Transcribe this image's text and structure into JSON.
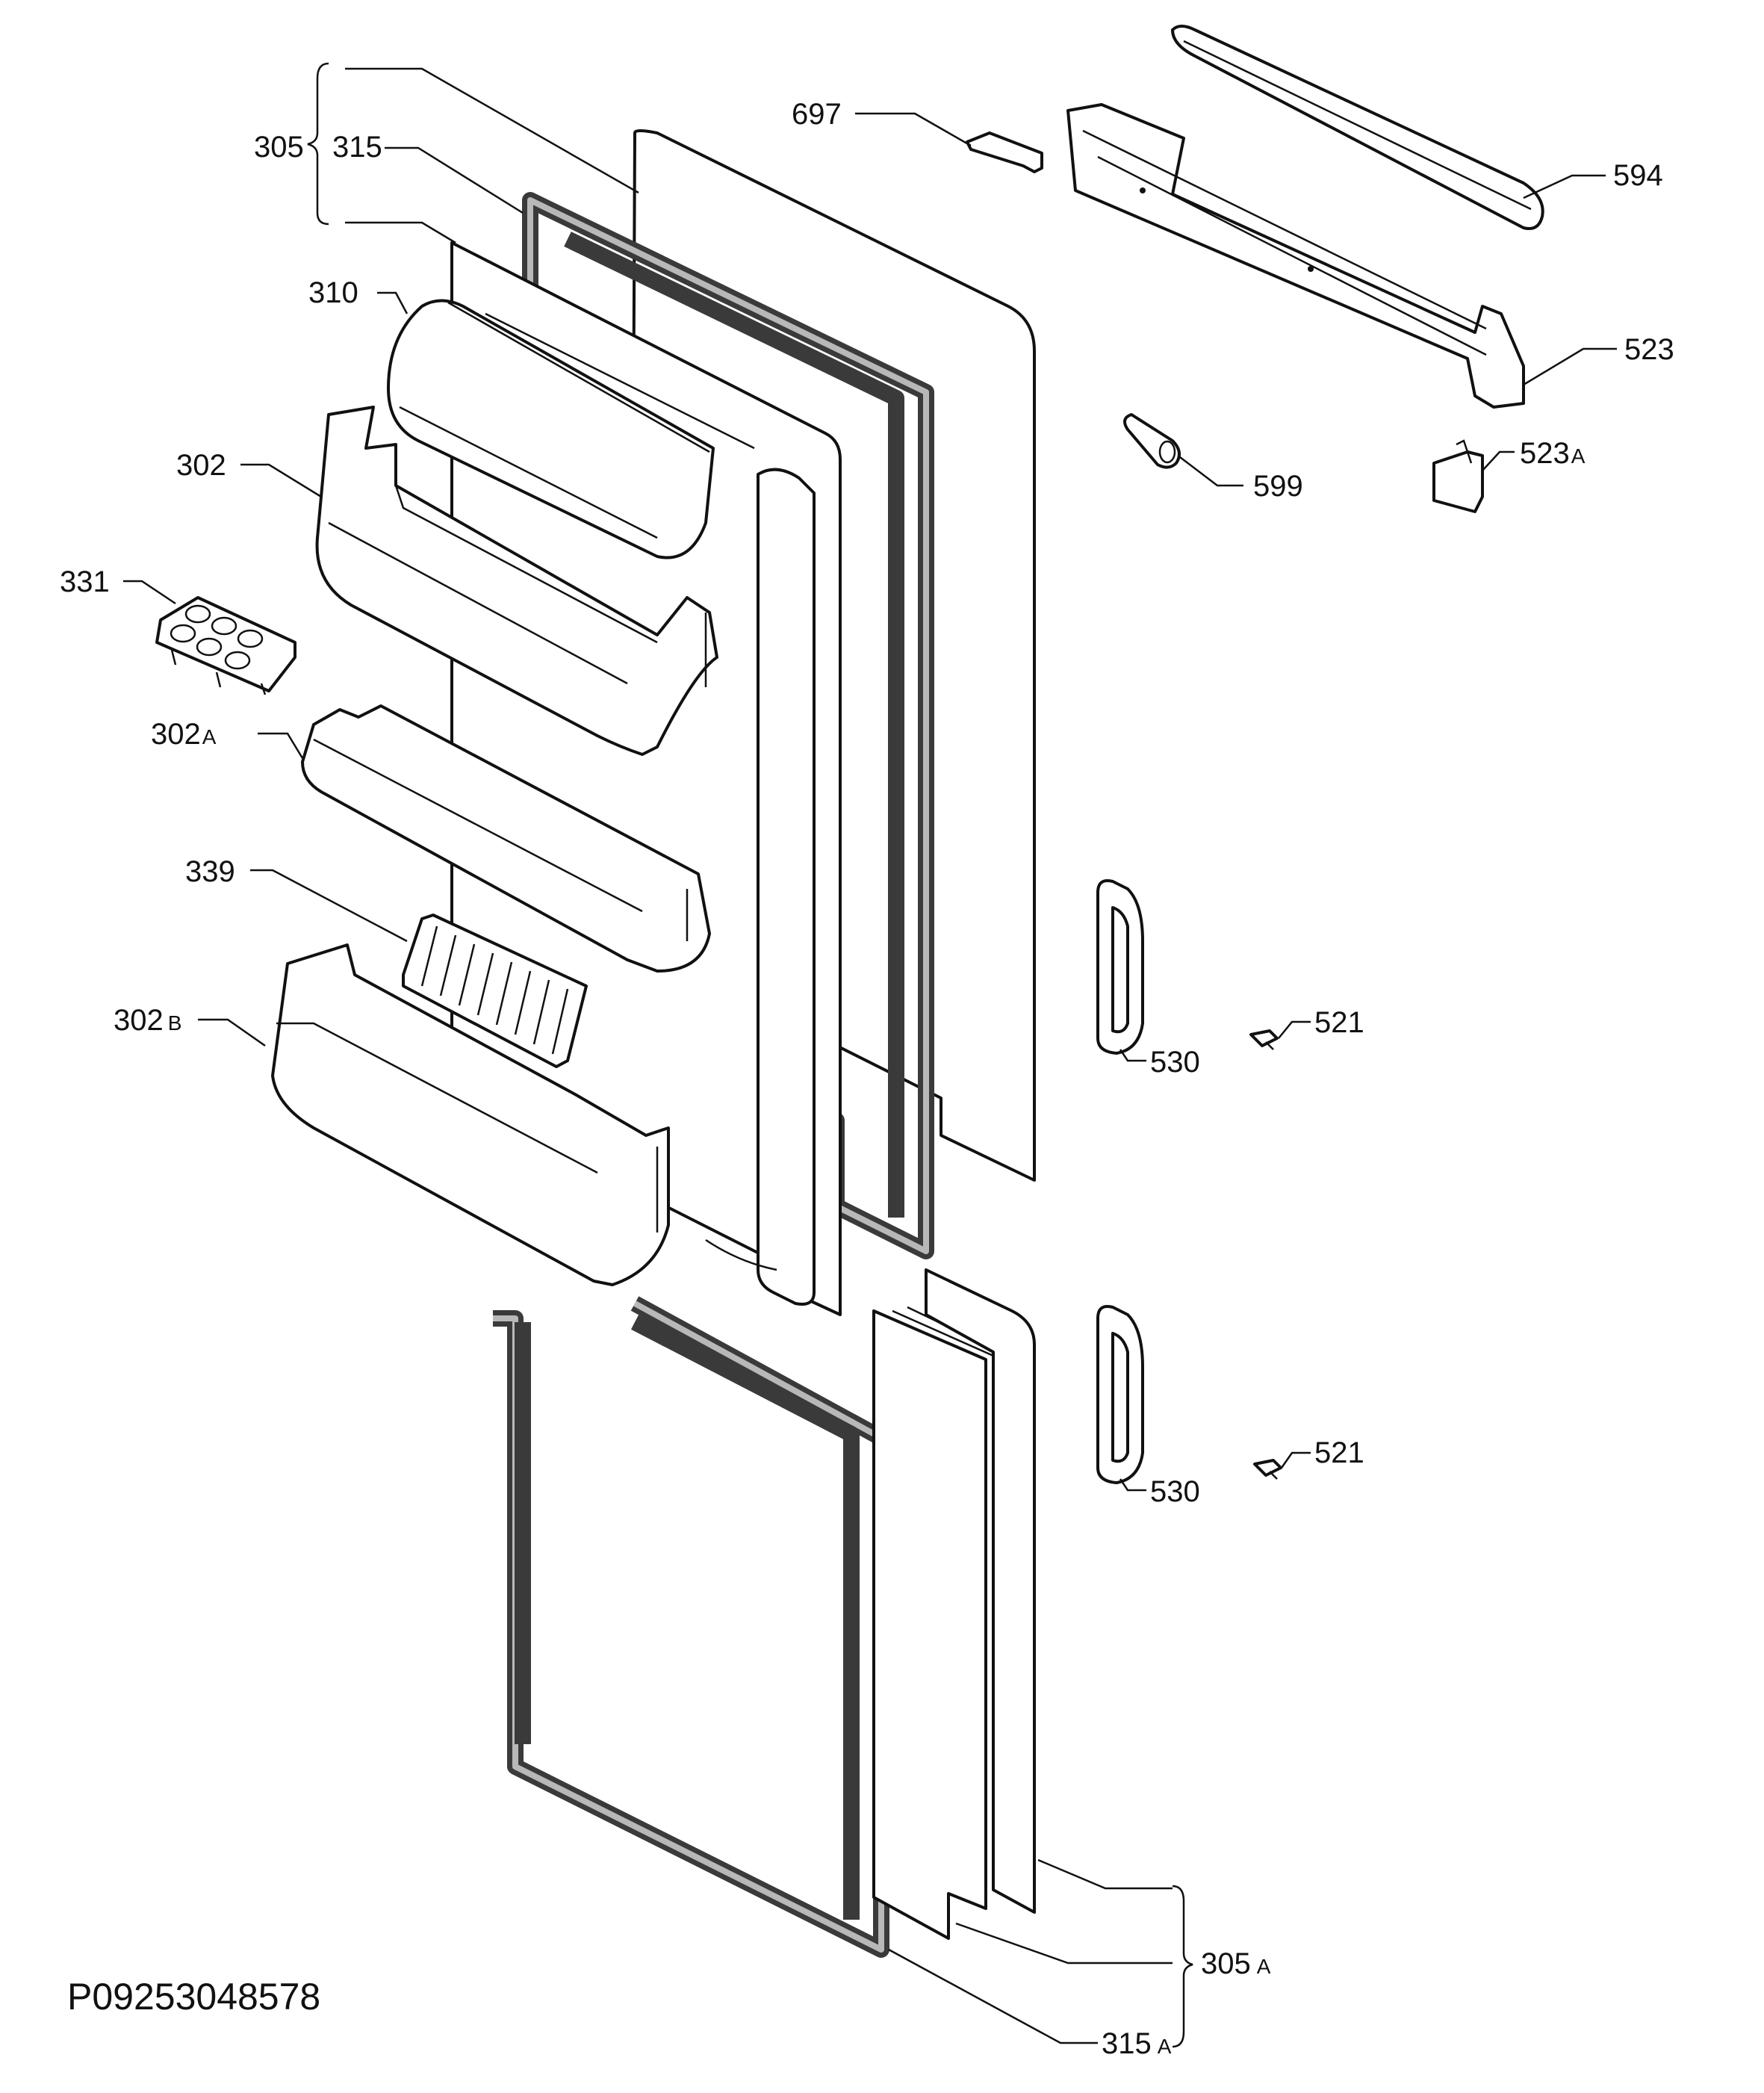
{
  "diagram": {
    "drawing_code": "P09253048578",
    "callouts": {
      "c305": "305",
      "c315": "315",
      "c310": "310",
      "c302": "302",
      "c331": "331",
      "c302a": "302",
      "c302a_suffix": "A",
      "c339": "339",
      "c302b": "302",
      "c302b_suffix": "B",
      "c697": "697",
      "c594": "594",
      "c523": "523",
      "c523a": "523",
      "c523a_suffix": "A",
      "c599": "599",
      "c521_top": "521",
      "c530_top": "530",
      "c521_bottom": "521",
      "c530_bottom": "530",
      "c305a": "305",
      "c305a_suffix": "A",
      "c315a": "315",
      "c315a_suffix": "A"
    }
  }
}
